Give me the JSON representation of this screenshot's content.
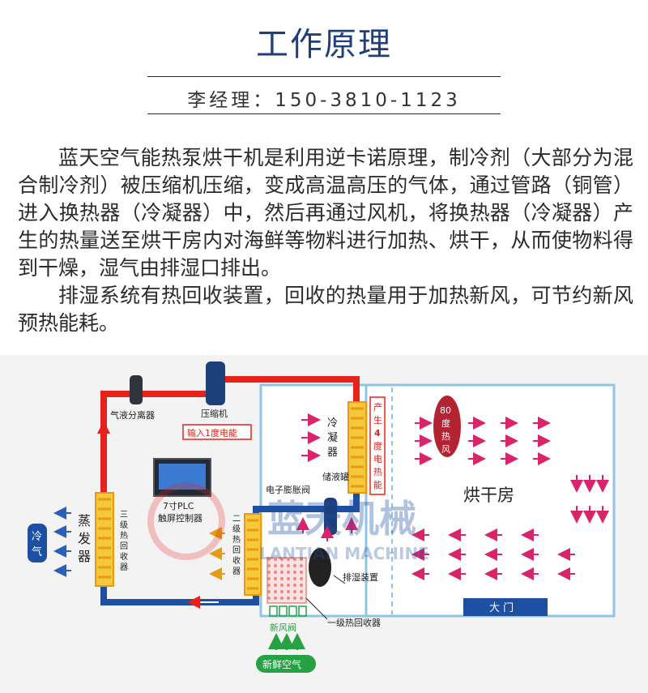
{
  "header": {
    "title": "工作原理",
    "contact": "李经理：150-3810-1123"
  },
  "description": {
    "paragraphs": [
      "蓝天空气能热泵烘干机是利用逆卡诺原理，制冷剂（大部分为混合制冷剂）被压缩机压缩，变成高温高压的气体，通过管路（铜管）进入换热器（冷凝器）中，然后再通过风机，将换热器（冷凝器）产生的热量送至烘干房内对海鲜等物料进行加热、烘干，从而使物料得到干燥，湿气由排湿口排出。",
      "排湿系统有热回收装置，回收的热量用于加热新风，可节约新风预热能耗。"
    ]
  },
  "diagram": {
    "labels": {
      "gas_liquid_separator": "气液分离器",
      "compressor": "压缩机",
      "power_input": "输入1度电能",
      "plc_line1": "7寸PLC",
      "plc_line2": "触屏控制器",
      "evaporator": [
        "蒸",
        "发",
        "器"
      ],
      "cold_air": [
        "冷",
        "气"
      ],
      "stage3_recovery": [
        "三",
        "级",
        "热",
        "回",
        "收",
        "器"
      ],
      "stage2_recovery": [
        "二",
        "级",
        "热",
        "回",
        "收",
        "器"
      ],
      "condenser": [
        "冷",
        "凝",
        "器"
      ],
      "heat_output": [
        "产",
        "生",
        "4",
        "度",
        "电",
        "热",
        "能"
      ],
      "hot_air": [
        "80",
        "度",
        "热",
        "风"
      ],
      "receiver": "储液罐",
      "expansion_valve": "电子膨胀阀",
      "drying_room": "烘干房",
      "dehumidifier": "排湿装置",
      "stage1_recovery": "一级热回收器",
      "fresh_air_valve": "新风阀",
      "fresh_air": "新鲜空气",
      "gate": "大 门",
      "watermark_cn": "蓝天机械",
      "watermark_en": "LANTIAN MACHINE"
    },
    "colors": {
      "hot_pipe": "#e8221b",
      "cold_pipe": "#1d4fa3",
      "frame": "#8ec5e6",
      "arrow_hot": "#d9246b",
      "arrow_blue": "#2a5fb8",
      "coil_fill": "#f6c83c",
      "coil_edge": "#e79a14",
      "fresh_green": "#26a244",
      "gate_blue": "#1d4fa3"
    }
  }
}
